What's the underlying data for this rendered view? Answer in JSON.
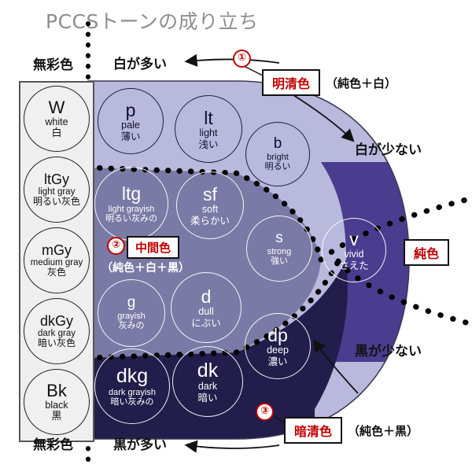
{
  "page": {
    "title": "PCCSトーンの成り立ち"
  },
  "axis_labels": {
    "achromatic_top": "無彩色",
    "achromatic_bottom": "無彩色",
    "white_many": "白が多い",
    "white_few": "白が少ない",
    "black_many": "黒が多い",
    "black_few": "黒が少ない"
  },
  "callouts": [
    {
      "number": "①",
      "term": "明清色",
      "formula": "（純色＋白）"
    },
    {
      "number": "②",
      "term": "中間色",
      "formula": "（純色＋白＋黒）"
    },
    {
      "number": "③",
      "term": "暗清色",
      "formula": "（純色＋黒）"
    }
  ],
  "pure_color_label": "純色",
  "achromatic_scale": [
    {
      "code": "W",
      "en": "white",
      "jp": "白"
    },
    {
      "code": "ltGy",
      "en": "light gray",
      "jp": "明るい灰色"
    },
    {
      "code": "mGy",
      "en": "medium gray",
      "jp": "灰色"
    },
    {
      "code": "dkGy",
      "en": "dark gray",
      "jp": "暗い灰色"
    },
    {
      "code": "Bk",
      "en": "black",
      "jp": "黒"
    }
  ],
  "tones": [
    {
      "code": "p",
      "en": "pale",
      "jp": "薄い",
      "group": "light_clear"
    },
    {
      "code": "lt",
      "en": "light",
      "jp": "浅い",
      "group": "light_clear"
    },
    {
      "code": "b",
      "en": "bright",
      "jp": "明るい",
      "group": "light_clear"
    },
    {
      "code": "ltg",
      "en": "light grayish",
      "jp": "明るい灰みの",
      "group": "intermediate"
    },
    {
      "code": "sf",
      "en": "soft",
      "jp": "柔らかい",
      "group": "intermediate"
    },
    {
      "code": "s",
      "en": "strong",
      "jp": "強い",
      "group": "intermediate"
    },
    {
      "code": "g",
      "en": "grayish",
      "jp": "灰みの",
      "group": "intermediate"
    },
    {
      "code": "d",
      "en": "dull",
      "jp": "にぶい",
      "group": "intermediate"
    },
    {
      "code": "v",
      "en": "vivid",
      "jp": "さえた",
      "group": "pure"
    },
    {
      "code": "dp",
      "en": "deep",
      "jp": "濃い",
      "group": "dark_clear"
    },
    {
      "code": "dkg",
      "en": "dark grayish",
      "jp": "暗い灰みの",
      "group": "dark_clear"
    },
    {
      "code": "dk",
      "en": "dark",
      "jp": "暗い",
      "group": "dark_clear"
    }
  ],
  "colors": {
    "title_gray": "#8e8e8e",
    "accent_red": "#c00000",
    "achromatic_panel": "#efefef",
    "light_clear": "#b8b9dc",
    "intermediate": "#7a7aa6",
    "pure": "#4a3d8f",
    "dark_clear": "#221d4a"
  }
}
